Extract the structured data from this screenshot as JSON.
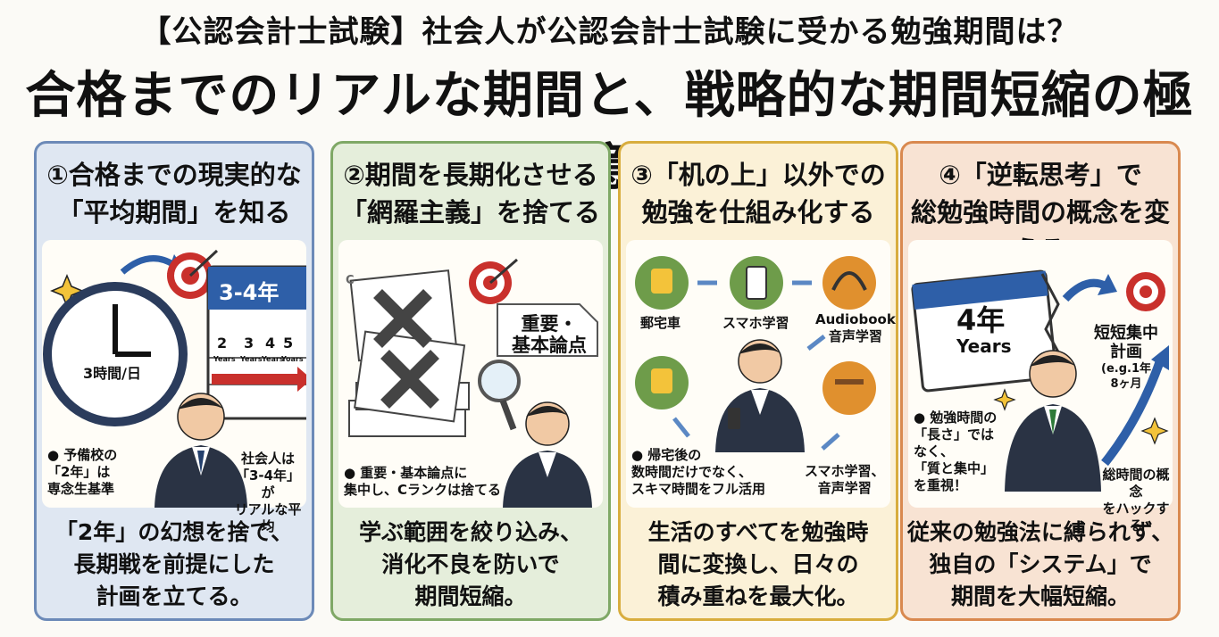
{
  "header": {
    "subtitle": "【公認会計士試験】社会人が公認会計士試験に受かる勉強期間は？",
    "title": "合格までのリアルな期間と、戦略的な期間短縮の極意"
  },
  "panels": [
    {
      "heading_lines": [
        "①合格までの現実的な",
        "「平均期間」を知る"
      ],
      "calendar_label": "3-4年",
      "calendar_numbers": [
        "2",
        "3",
        "4",
        "5"
      ],
      "calendar_sub": [
        "Years",
        "Years",
        "Years",
        "Yoars"
      ],
      "clock_label": "3時間/日",
      "note_left": [
        "● 予備校の",
        "「2年」は",
        "専念生基準"
      ],
      "note_right": [
        "社会人は",
        "「3-4年」が",
        "リアルな平均"
      ],
      "footer_lines": [
        "「2年」の幻想を捨て、",
        "長期戦を前提にした",
        "計画を立てる。"
      ]
    },
    {
      "heading_lines": [
        "②期間を長期化させる",
        "「網羅主義」を捨てる"
      ],
      "paper_mark": "C",
      "bubble_lines": [
        "重要・",
        "基本論点"
      ],
      "note": [
        "● 重要・基本論点に",
        "集中し、Cランクは捨てる"
      ],
      "footer_lines": [
        "学ぶ範囲を絞り込み、",
        "消化不良を防いで",
        "期間短縮。"
      ]
    },
    {
      "heading_lines": [
        "③「机の上」以外での",
        "勉強を仕組み化する"
      ],
      "icon_labels": [
        "郵宅車",
        "スマホ学習",
        "Audiobook",
        "音声学習"
      ],
      "note_left": [
        "● 帰宅後の",
        "数時間だけでなく、",
        "スキマ時間をフル活用"
      ],
      "note_right": [
        "スマホ学習、",
        "音声学習"
      ],
      "footer_lines": [
        "生活のすべてを勉強時",
        "間に変換し、日々の",
        "積み重ねを最大化。"
      ]
    },
    {
      "heading_lines": [
        "④「逆転思考」で",
        "総勉強時間の概念を変える"
      ],
      "calendar_big": "4年",
      "calendar_years": "Years",
      "plan_lines": [
        "短短集中",
        "計画",
        "(e.g.1年",
        "8ヶ月"
      ],
      "note_left": [
        "● 勉強時間の",
        "「長さ」では",
        "なく、",
        "「質と集中」",
        "を重視！"
      ],
      "note_right": [
        "総時間の概念",
        "をハックする"
      ],
      "footer_lines": [
        "従来の勉強法に縛られず、",
        "独自の「システム」で",
        "期間を大幅短縮。"
      ]
    }
  ],
  "colors": {
    "blue_border": "#6c8ab8",
    "green_border": "#7fa866",
    "yellow_border": "#d8ad3e",
    "orange_border": "#d9894f",
    "target_red": "#c9302c",
    "suit": "#2a3344"
  }
}
